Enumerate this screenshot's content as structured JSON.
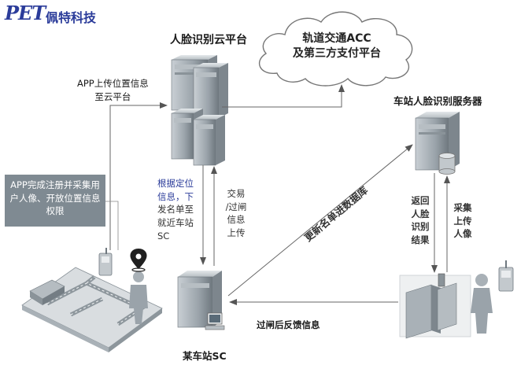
{
  "logo": {
    "mark": "PET",
    "company": "佩特科技"
  },
  "cloud": {
    "line1": "轨道交通ACC",
    "line2": "及第三方支付平台"
  },
  "nodes": {
    "cloud_platform": "人脸识别云平台",
    "station_server": "车站人脸识别服务器",
    "station_sc": "某车站SC"
  },
  "edges": {
    "app_upload": {
      "line1": "APP上传位置信息",
      "line2": "至云平台"
    },
    "app_register": "APP完成注册并采集用户人像、开放位置信息权限",
    "dispatch": {
      "part1": "根据定位信息，下",
      "part2": "发名单至就近车站SC"
    },
    "transaction": {
      "l1": "交易",
      "l2": "/过闸",
      "l3": "信息",
      "l4": "上传"
    },
    "update_db": "更新名单进数据库",
    "return_result": {
      "l1": "返回",
      "l2": "人脸",
      "l3": "识别",
      "l4": "结果"
    },
    "collect_face": {
      "l1": "采集",
      "l2": "上传",
      "l3": "人像"
    },
    "gate_feedback": "过闸后反馈信息"
  },
  "colors": {
    "accent_blue": "#2b3c9a",
    "arrow": "#555555",
    "server": "#9aa3aa",
    "note_bg": "#7f8a92"
  }
}
